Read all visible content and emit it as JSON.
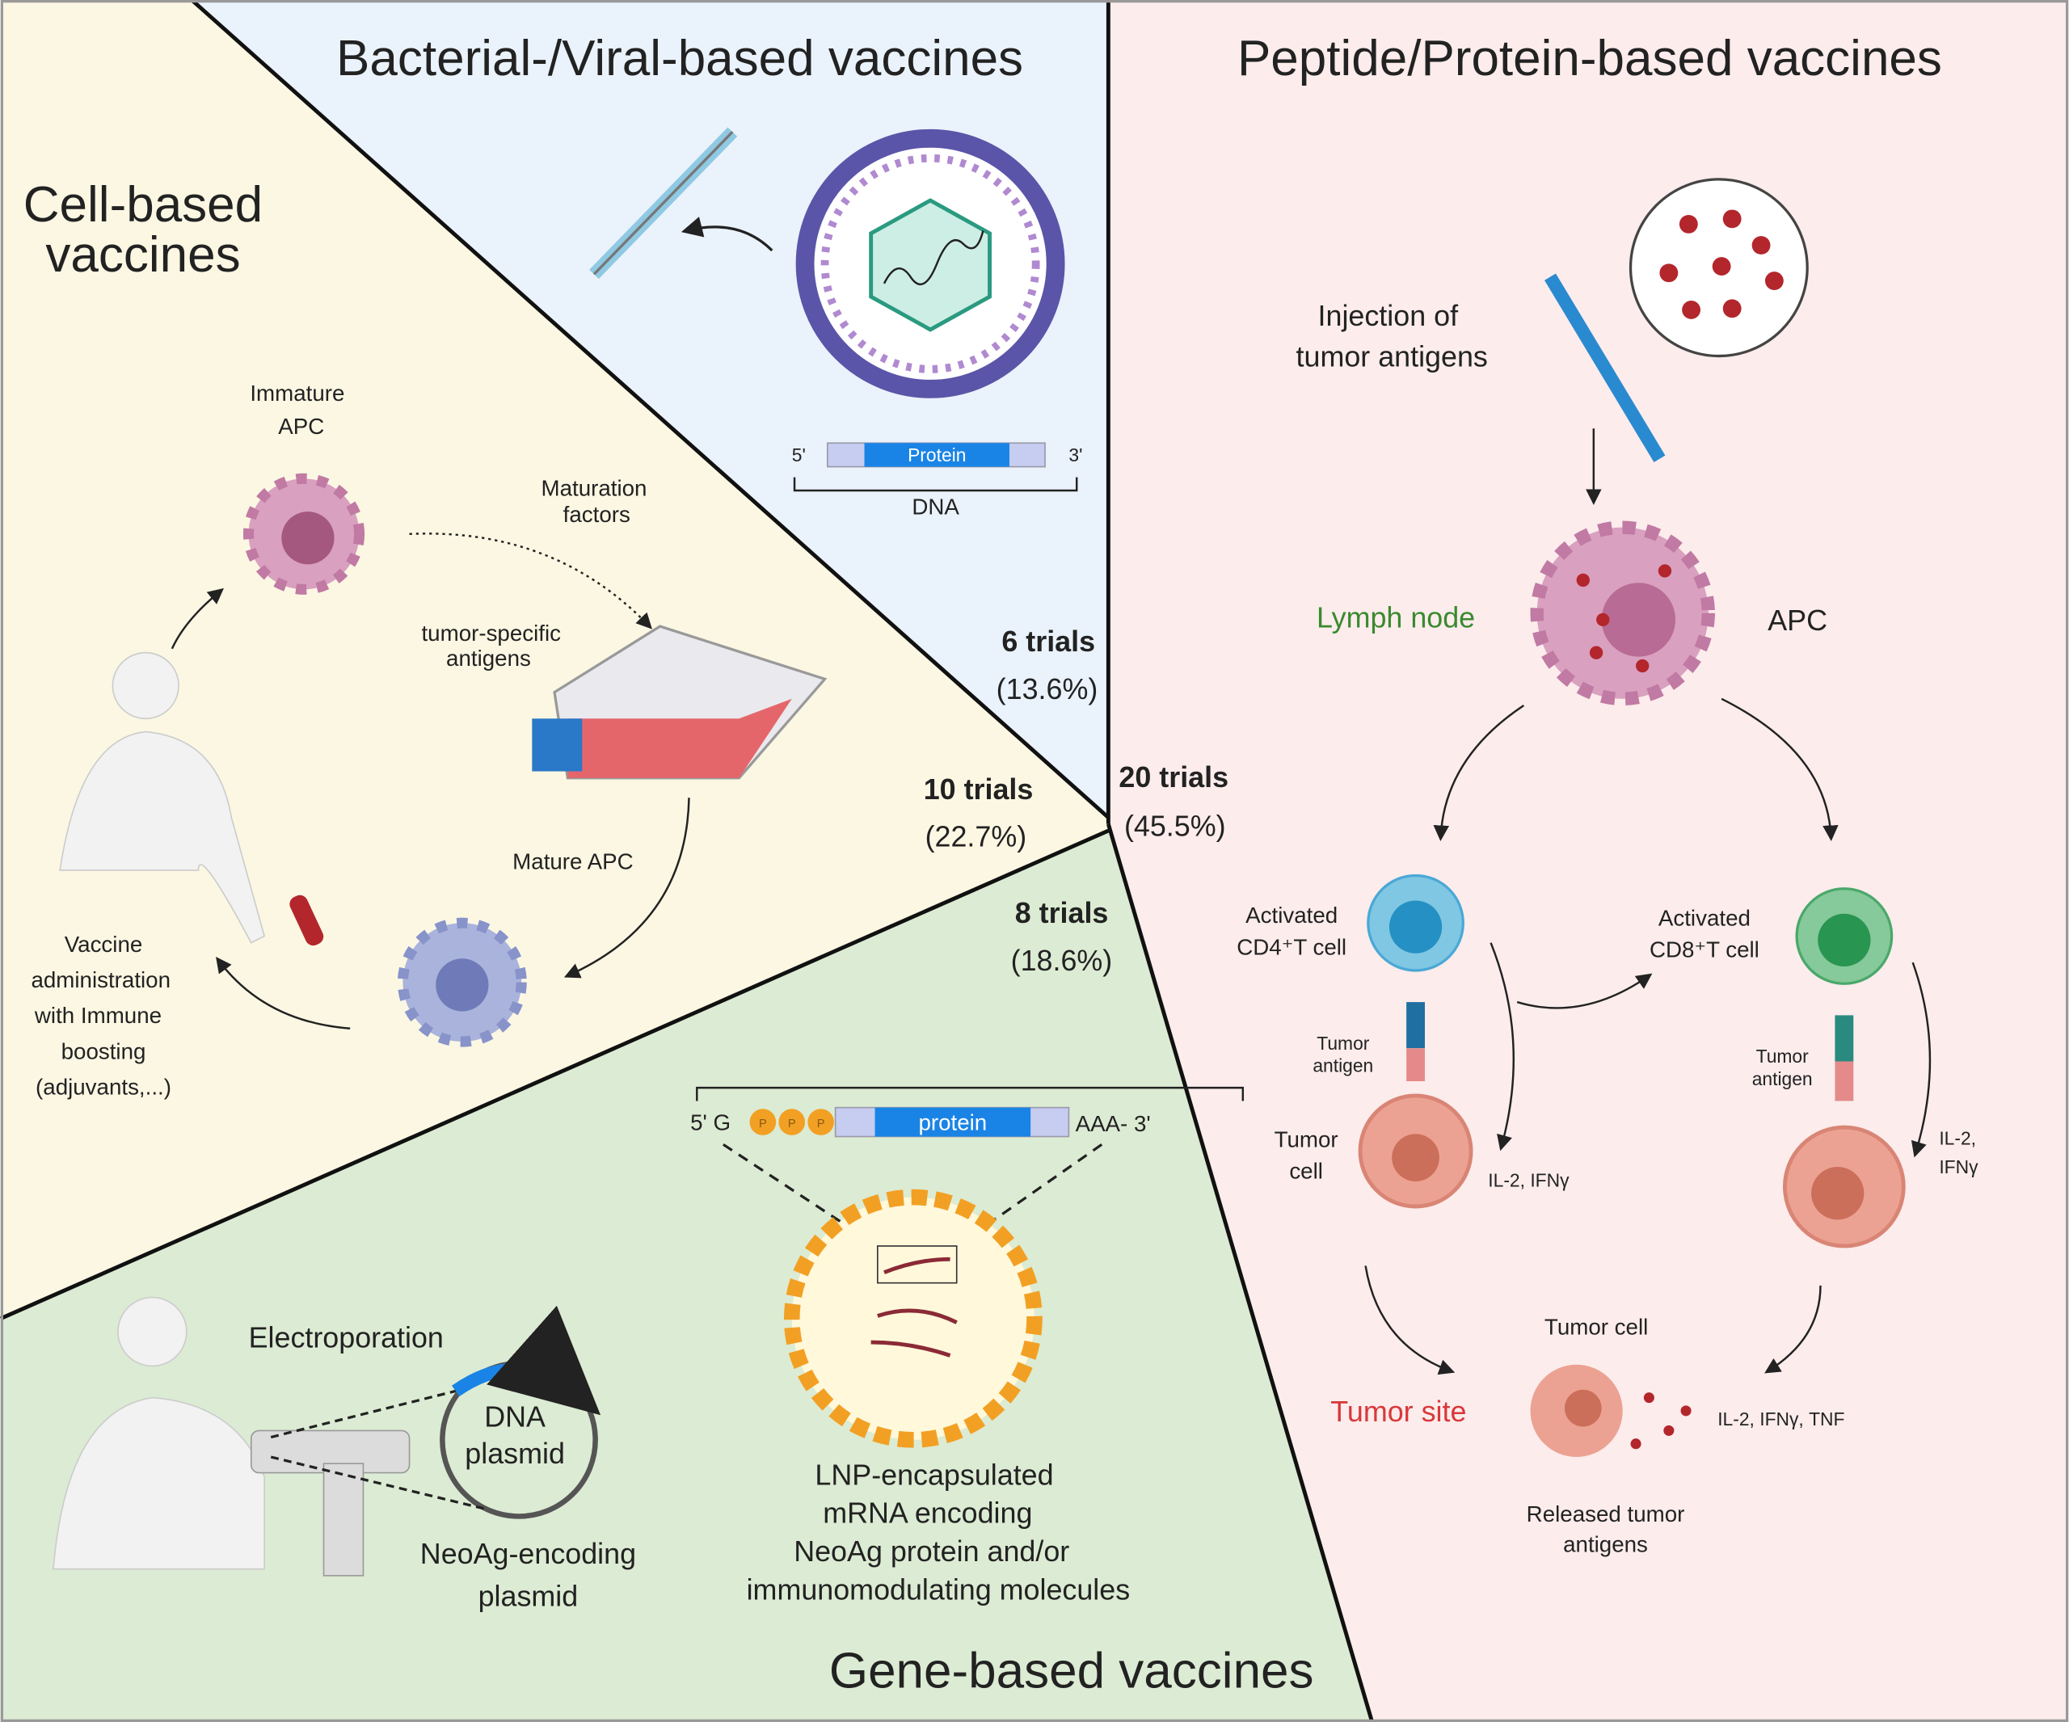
{
  "colors": {
    "bacterial": "#eaf2fb",
    "peptide": "#fcecec",
    "cell": "#fbf7e3",
    "gene": "#dcebd3",
    "lymph": "#3a8a2e",
    "tumor_site": "#d8383a"
  },
  "bacterial": {
    "title": "Bacterial-/Viral-based vaccines",
    "dna_five": "5'",
    "dna_three": "3'",
    "protein": "Protein",
    "dna": "DNA",
    "trials": "6 trials",
    "pct": "(13.6%)"
  },
  "peptide": {
    "title": "Peptide/Protein-based vaccines",
    "injection": [
      "Injection of",
      "tumor antigens"
    ],
    "lymph": "Lymph node",
    "apc": "APC",
    "cd4": [
      "Activated",
      "CD4⁺T cell"
    ],
    "cd8": [
      "Activated",
      "CD8⁺T cell"
    ],
    "tumor_antigen": [
      "Tumor",
      "antigen"
    ],
    "tumor_cell": [
      "Tumor",
      "cell"
    ],
    "il_left": "IL-2, IFNγ",
    "il_right": [
      "IL-2,",
      "IFNγ"
    ],
    "tumor_cell_top": "Tumor cell",
    "tumor_site": "Tumor site",
    "il_tnf": "IL-2, IFNγ, TNF",
    "released": [
      "Released tumor",
      "antigens"
    ],
    "trials": "20 trials",
    "pct": "(45.5%)"
  },
  "cell": {
    "title": [
      "Cell-based",
      "vaccines"
    ],
    "immature": [
      "Immature",
      "APC"
    ],
    "maturation": [
      "Maturation",
      "factors"
    ],
    "tumor_specific": [
      "tumor-specific",
      "antigens"
    ],
    "mature": "Mature APC",
    "admin": [
      "Vaccine",
      "administration",
      "with Immune",
      "boosting",
      "(adjuvants,...)"
    ],
    "trials": "10 trials",
    "pct": "(22.7%)"
  },
  "gene": {
    "title": "Gene-based vaccines",
    "mrna_five": "5' G",
    "mrna_p": "P",
    "protein": "protein",
    "mrna_three": "AAA- 3'",
    "electroporation": "Electroporation",
    "dna_plasmid": [
      "DNA",
      "plasmid"
    ],
    "neoag_plasmid": [
      "NeoAg-encoding",
      "plasmid"
    ],
    "lnp": [
      "LNP-encapsulated",
      "mRNA encoding",
      "NeoAg  protein and/or",
      "immunomodulating molecules"
    ],
    "trials": "8 trials",
    "pct": "(18.6%)"
  }
}
